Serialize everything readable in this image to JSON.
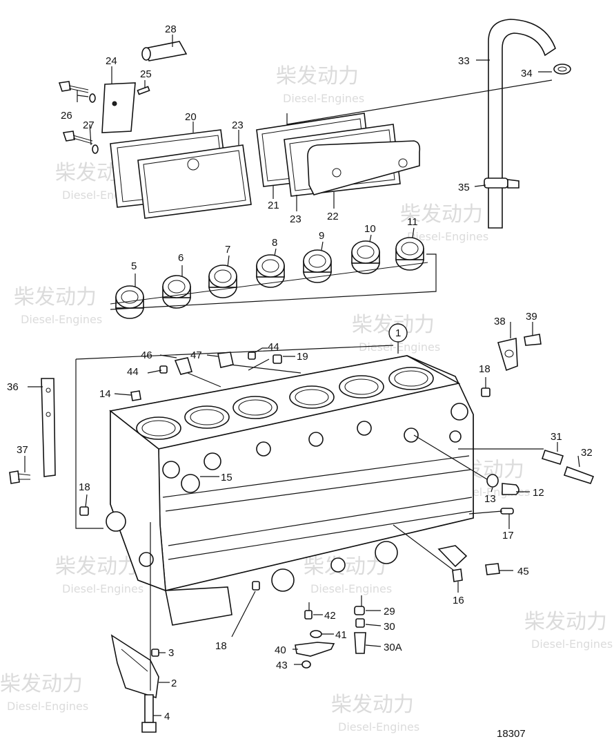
{
  "drawing_number": "18307",
  "watermark": {
    "cn": "柴发动力",
    "en": "Diesel-Engines"
  },
  "callouts": {
    "c1": "1",
    "c2": "2",
    "c3": "3",
    "c4": "4",
    "c5": "5",
    "c6": "6",
    "c7": "7",
    "c8": "8",
    "c9": "9",
    "c10": "10",
    "c11": "11",
    "c12": "12",
    "c13": "13",
    "c14": "14",
    "c15": "15",
    "c16": "16",
    "c17": "17",
    "c18a": "18",
    "c18b": "18",
    "c18c": "18",
    "c19": "19",
    "c20": "20",
    "c21": "21",
    "c22": "22",
    "c23a": "23",
    "c23b": "23",
    "c24": "24",
    "c25": "25",
    "c26": "26",
    "c27": "27",
    "c28": "28",
    "c29": "29",
    "c30": "30",
    "c30a": "30A",
    "c31": "31",
    "c32": "32",
    "c33": "33",
    "c34": "34",
    "c35": "35",
    "c36": "36",
    "c37": "37",
    "c38": "38",
    "c39": "39",
    "c40": "40",
    "c41": "41",
    "c42": "42",
    "c43": "43",
    "c44a": "44",
    "c44b": "44",
    "c45": "45",
    "c46": "46",
    "c47": "47"
  }
}
